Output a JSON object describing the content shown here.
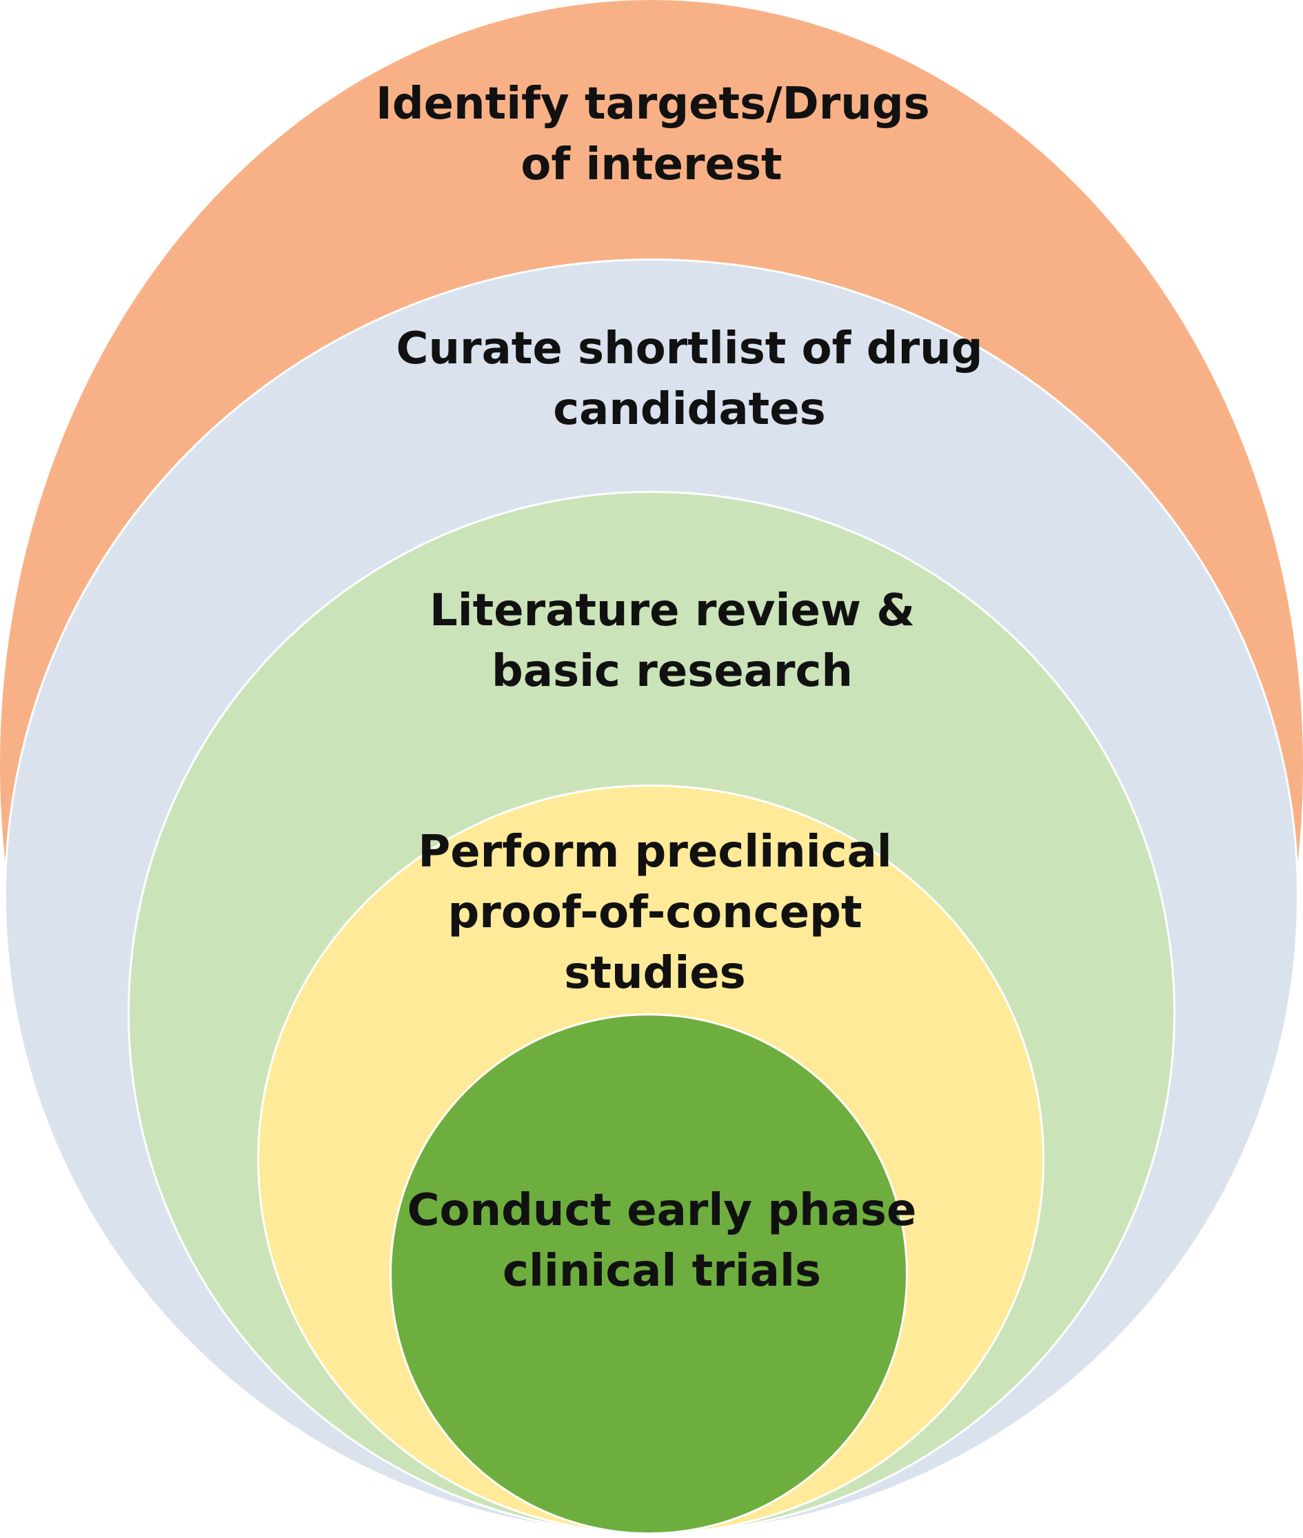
{
  "diagram": {
    "stages": [
      {
        "lines": [
          "Identify targets/Drugs",
          "of interest"
        ],
        "color": "#F8B186"
      },
      {
        "lines": [
          "Curate shortlist of drug",
          "candidates"
        ],
        "color": "#DAE2EE"
      },
      {
        "lines": [
          "Literature review &",
          "basic research"
        ],
        "color": "#CBE3B8"
      },
      {
        "lines": [
          "Perform preclinical",
          "proof-of-concept",
          "studies"
        ],
        "color": "#FEEA98"
      },
      {
        "lines": [
          "Conduct early phase",
          "clinical trials"
        ],
        "color": "#6EAE3F"
      }
    ]
  }
}
